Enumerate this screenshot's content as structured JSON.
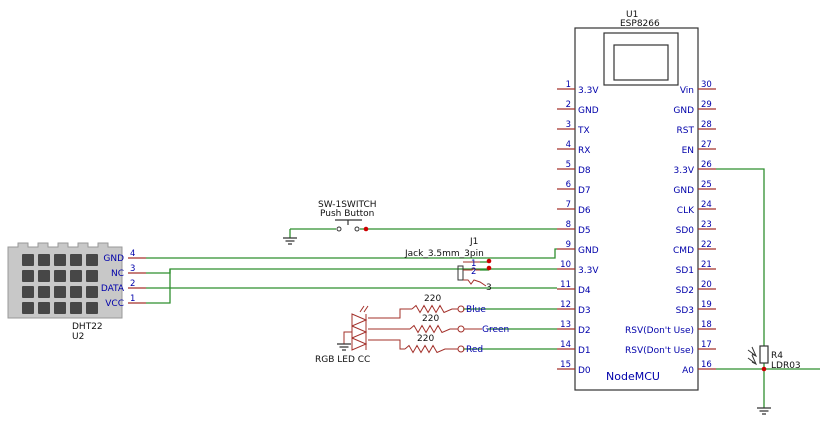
{
  "colors": {
    "wire": "#2f8f2f",
    "pin": "#a3302a",
    "body": "#333333",
    "label": "#0000aa",
    "junction": "#cc0000",
    "dht_body": "#c8c8c8",
    "dht_cell": "#474747",
    "paper": "#ffffff"
  },
  "mcu": {
    "ref": "U1",
    "model": "ESP8266",
    "label": "NodeMCU",
    "left_pins": [
      {
        "num": "1",
        "name": "3.3V"
      },
      {
        "num": "2",
        "name": "GND"
      },
      {
        "num": "3",
        "name": "TX"
      },
      {
        "num": "4",
        "name": "RX"
      },
      {
        "num": "5",
        "name": "D8"
      },
      {
        "num": "6",
        "name": "D7"
      },
      {
        "num": "7",
        "name": "D6"
      },
      {
        "num": "8",
        "name": "D5"
      },
      {
        "num": "9",
        "name": "GND"
      },
      {
        "num": "10",
        "name": "3.3V"
      },
      {
        "num": "11",
        "name": "D4"
      },
      {
        "num": "12",
        "name": "D3"
      },
      {
        "num": "13",
        "name": "D2"
      },
      {
        "num": "14",
        "name": "D1"
      },
      {
        "num": "15",
        "name": "D0"
      }
    ],
    "right_pins": [
      {
        "num": "30",
        "name": "Vin"
      },
      {
        "num": "29",
        "name": "GND"
      },
      {
        "num": "28",
        "name": "RST"
      },
      {
        "num": "27",
        "name": "EN"
      },
      {
        "num": "26",
        "name": "3.3V"
      },
      {
        "num": "25",
        "name": "GND"
      },
      {
        "num": "24",
        "name": "CLK"
      },
      {
        "num": "23",
        "name": "SD0"
      },
      {
        "num": "22",
        "name": "CMD"
      },
      {
        "num": "21",
        "name": "SD1"
      },
      {
        "num": "20",
        "name": "SD2"
      },
      {
        "num": "19",
        "name": "SD3"
      },
      {
        "num": "18",
        "name": "RSV(Don't Use)"
      },
      {
        "num": "17",
        "name": "RSV(Don't Use)"
      },
      {
        "num": "16",
        "name": "A0"
      }
    ]
  },
  "dht": {
    "ref": "U2",
    "model": "DHT22",
    "pins": [
      {
        "num": "4",
        "name": "GND"
      },
      {
        "num": "3",
        "name": "NC"
      },
      {
        "num": "2",
        "name": "DATA"
      },
      {
        "num": "1",
        "name": "VCC"
      }
    ]
  },
  "switch": {
    "ref": "SW-1SWITCH",
    "value": "Push Button"
  },
  "jack": {
    "ref": "J1",
    "value": "Jack_3.5mm_3pin",
    "pins": [
      "1",
      "2",
      "3"
    ]
  },
  "led": {
    "value": "RGB LED CC"
  },
  "resistors": [
    {
      "value": "220",
      "net": "Blue"
    },
    {
      "value": "220",
      "net": "Green"
    },
    {
      "value": "220",
      "net": "Red"
    }
  ],
  "ldr": {
    "ref": "R4",
    "value": "LDR03"
  }
}
